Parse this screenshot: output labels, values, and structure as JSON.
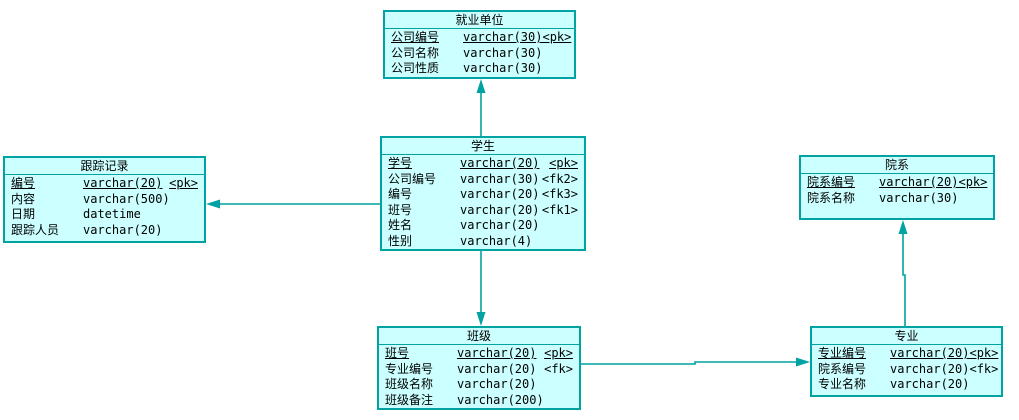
{
  "style": {
    "border_color": "#00a2a2",
    "fill_color": "#ccffff",
    "text_color": "#000000",
    "background_color": "#ffffff"
  },
  "entities": {
    "employment_unit": {
      "title": "就业单位",
      "columns": [
        {
          "name": "公司编号",
          "type": "varchar(30)",
          "key": "<pk>"
        },
        {
          "name": "公司名称",
          "type": "varchar(30)",
          "key": ""
        },
        {
          "name": "公司性质",
          "type": "varchar(30)",
          "key": ""
        }
      ]
    },
    "student": {
      "title": "学生",
      "columns": [
        {
          "name": "学号",
          "type": "varchar(20)",
          "key": "<pk>"
        },
        {
          "name": "公司编号",
          "type": "varchar(30)",
          "key": "<fk2>"
        },
        {
          "name": "编号",
          "type": "varchar(20)",
          "key": "<fk3>"
        },
        {
          "name": "班号",
          "type": "varchar(20)",
          "key": "<fk1>"
        },
        {
          "name": "姓名",
          "type": "varchar(20)",
          "key": ""
        },
        {
          "name": "性别",
          "type": "varchar(4)",
          "key": ""
        }
      ]
    },
    "tracking_record": {
      "title": "跟踪记录",
      "columns": [
        {
          "name": "编号",
          "type": "varchar(20)",
          "key": "<pk>"
        },
        {
          "name": "内容",
          "type": "varchar(500)",
          "key": ""
        },
        {
          "name": "日期",
          "type": "datetime",
          "key": ""
        },
        {
          "name": "跟踪人员",
          "type": "varchar(20)",
          "key": ""
        }
      ]
    },
    "department": {
      "title": "院系",
      "columns": [
        {
          "name": "院系编号",
          "type": "varchar(20)",
          "key": "<pk>"
        },
        {
          "name": "院系名称",
          "type": "varchar(30)",
          "key": ""
        }
      ]
    },
    "class": {
      "title": "班级",
      "columns": [
        {
          "name": "班号",
          "type": "varchar(20)",
          "key": "<pk>"
        },
        {
          "name": "专业编号",
          "type": "varchar(20)",
          "key": "<fk>"
        },
        {
          "name": "班级名称",
          "type": "varchar(20)",
          "key": ""
        },
        {
          "name": "班级备注",
          "type": "varchar(200)",
          "key": ""
        }
      ]
    },
    "major": {
      "title": "专业",
      "columns": [
        {
          "name": "专业编号",
          "type": "varchar(20)",
          "key": "<pk>"
        },
        {
          "name": "院系编号",
          "type": "varchar(20)",
          "key": "<fk>"
        },
        {
          "name": "专业名称",
          "type": "varchar(20)",
          "key": ""
        }
      ]
    }
  },
  "relationships": [
    {
      "from": "学生",
      "to": "就业单位",
      "direction": "up"
    },
    {
      "from": "学生",
      "to": "跟踪记录",
      "direction": "left"
    },
    {
      "from": "学生",
      "to": "班级",
      "direction": "down"
    },
    {
      "from": "班级",
      "to": "专业",
      "direction": "right"
    },
    {
      "from": "专业",
      "to": "院系",
      "direction": "up"
    }
  ]
}
